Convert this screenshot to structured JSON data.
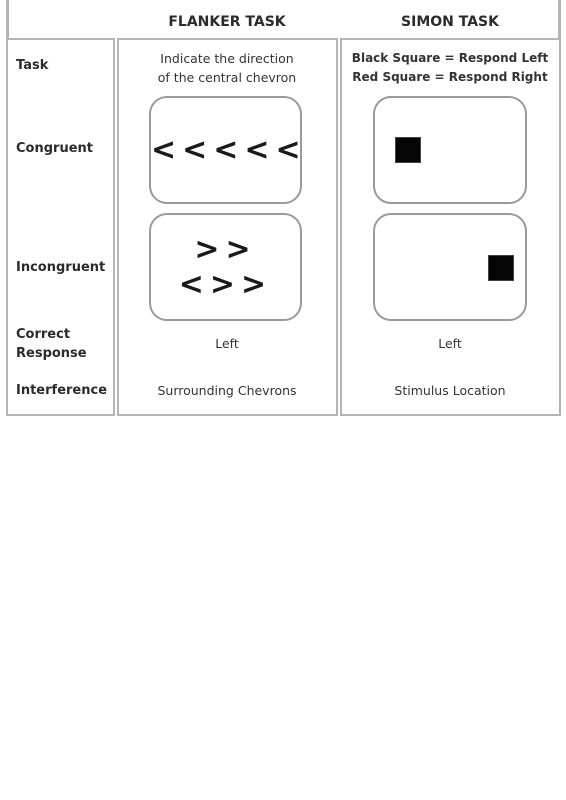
{
  "headers": {
    "flanker": "FLANKER TASK",
    "simon": "SIMON TASK"
  },
  "row_labels": {
    "task": "Task",
    "congruent": "Congruent",
    "incongruent": "Incongruent",
    "correct_response_line1": "Correct",
    "correct_response_line2": "Response",
    "interference": "Interference"
  },
  "flanker": {
    "instruction_line1": "Indicate the direction",
    "instruction_line2": "of the central chevron",
    "congruent_stimulus": "<<<<<",
    "incongruent_stimulus": ">><>>",
    "correct_response": "Left",
    "interference": "Surrounding Chevrons"
  },
  "simon": {
    "instruction_line1": "Black Square = Respond Left",
    "instruction_line2": "Red Square = Respond Right",
    "congruent_square_side": "left",
    "incongruent_square_side": "right",
    "correct_response": "Left",
    "interference": "Stimulus Location"
  },
  "colors": {
    "border": "#b4b4b4",
    "stimulus_square": "#050505"
  }
}
